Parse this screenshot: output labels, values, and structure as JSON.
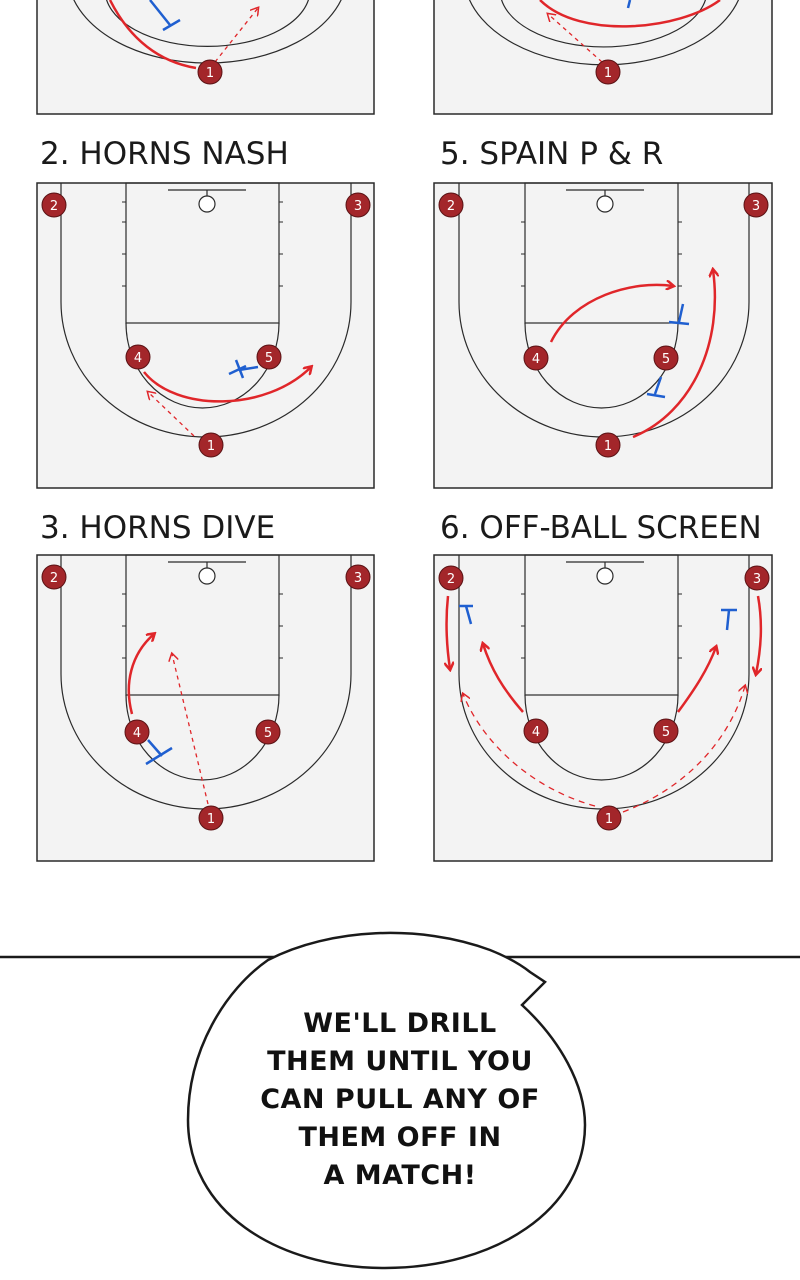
{
  "plays": [
    {
      "label": "2. HORNS NASH"
    },
    {
      "label": "5. SPAIN P & R"
    },
    {
      "label": "3. HORNS DIVE"
    },
    {
      "label": "6. OFF-BALL SCREEN"
    }
  ],
  "player_numbers": [
    "1",
    "2",
    "3",
    "4",
    "5"
  ],
  "colors": {
    "player": "#a3262a",
    "cut": "#e0262a",
    "screen": "#1f5fd0",
    "court_bg": "#f3f3f3",
    "line": "#2a2a2a"
  },
  "speech": {
    "lines": [
      "WE'LL DRILL",
      "THEM UNTIL YOU",
      "CAN PULL ANY OF",
      "THEM OFF IN",
      "A MATCH!"
    ]
  }
}
